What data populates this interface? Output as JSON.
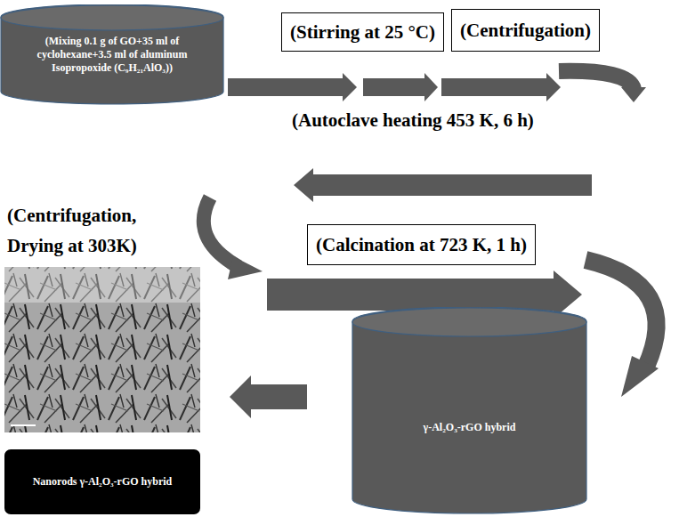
{
  "diagram": {
    "nodes": [
      {
        "text": [
          "(Mixing 0.1 g of GO+35 ml of cyclohexane+3.5 ml of aluminum Isopropoxide (C₉H₂₁AlO₃))"
        ]
      },
      {
        "text": [
          "(Stirring at 25 °C)"
        ]
      },
      {
        "text": [
          "(Centrifugation)"
        ]
      },
      {
        "text": [
          "(Calcination at 723 K, 1 h)"
        ]
      },
      {
        "text": [
          "γ-Al₂O₃-rGO hybrid"
        ]
      },
      {
        "text": [
          "Nanorods γ-Al₂O₃-rGO hybrid"
        ]
      }
    ],
    "labels": [
      "(Autoclave heating 453 K, 6 h)",
      "(Centrifugation, Drying at 303K)"
    ]
  }
}
